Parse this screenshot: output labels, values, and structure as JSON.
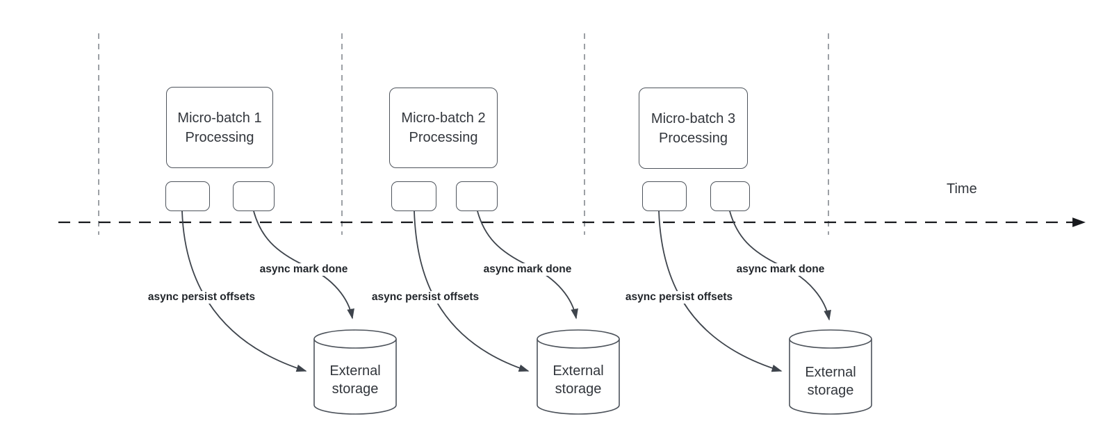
{
  "diagram": {
    "time_label": "Time",
    "groups": [
      {
        "id": "micro-batch-1",
        "box_label": "Micro-batch 1\nProcessing",
        "persist_label": "async persist offsets",
        "mark_done_label": "async mark done",
        "storage_label": "External\nstorage"
      },
      {
        "id": "micro-batch-2",
        "box_label": "Micro-batch 2\nProcessing",
        "persist_label": "async persist offsets",
        "mark_done_label": "async mark done",
        "storage_label": "External\nstorage"
      },
      {
        "id": "micro-batch-3",
        "box_label": "Micro-batch 3\nProcessing",
        "persist_label": "async persist offsets",
        "mark_done_label": "async mark done",
        "storage_label": "External\nstorage"
      }
    ],
    "colors": {
      "background": "#ffffff",
      "shape_stroke": "#4d535b",
      "text": "#32363c",
      "arrow": "#3e444c",
      "timeline": "#17191d",
      "guide_line": "#9ca0a5"
    }
  }
}
